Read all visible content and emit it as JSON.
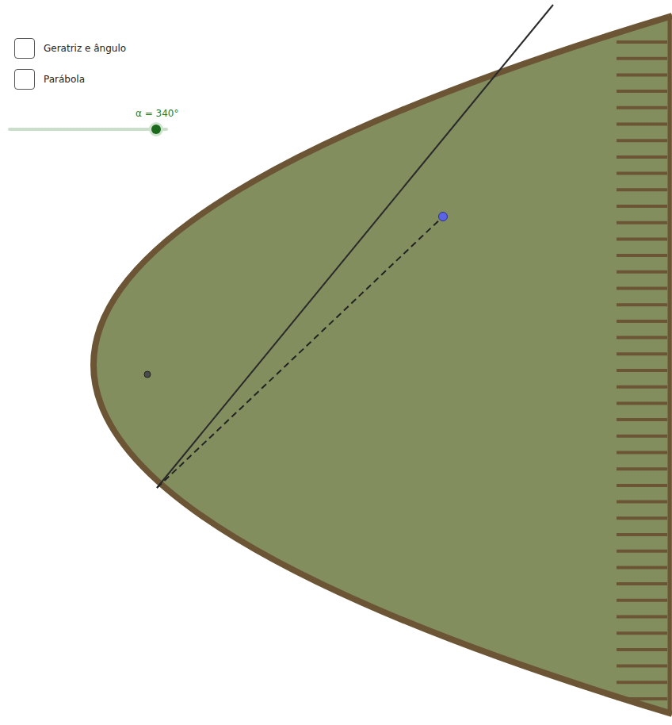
{
  "diagram": {
    "labels": [
      "Geratriz e ângulo",
      "Parábola",
      "α = 340°"
    ]
  }
}
